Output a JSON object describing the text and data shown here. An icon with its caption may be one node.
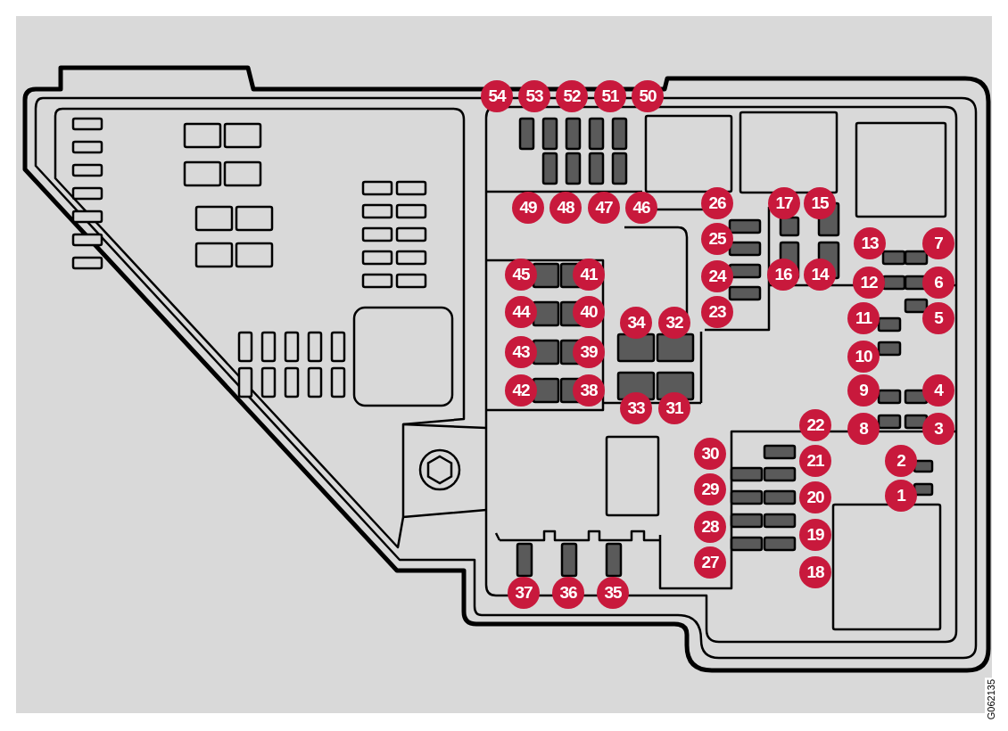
{
  "diagram": {
    "labels": [
      "54",
      "53",
      "52",
      "51",
      "50",
      "49",
      "48",
      "47",
      "46",
      "26",
      "17",
      "15",
      "25",
      "13",
      "7",
      "45",
      "41",
      "24",
      "16",
      "14",
      "12",
      "6",
      "44",
      "40",
      "23",
      "34",
      "32",
      "11",
      "5",
      "43",
      "39",
      "10",
      "42",
      "38",
      "9",
      "4",
      "33",
      "31",
      "22",
      "8",
      "3",
      "30",
      "21",
      "2",
      "29",
      "20",
      "1",
      "28",
      "19",
      "27",
      "18",
      "37",
      "36",
      "35",
      "G062135"
    ]
  }
}
